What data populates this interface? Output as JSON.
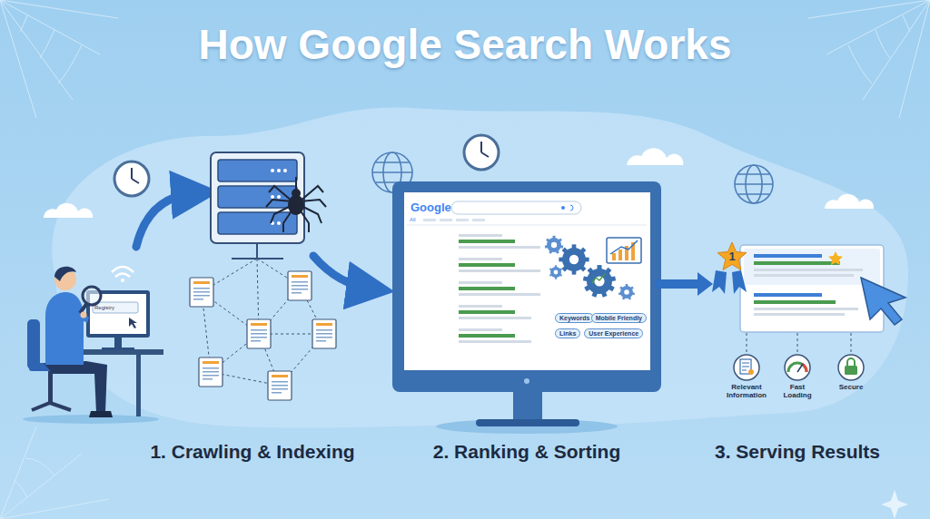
{
  "diagram": {
    "title": "How Google Search Works",
    "nodes": [
      {
        "text": [
          "Google"
        ]
      },
      {
        "text": [
          "Keywords"
        ],
        "in": 0
      },
      {
        "text": [
          "Mobile Friendly"
        ],
        "in": 0
      },
      {
        "text": [
          "Links"
        ],
        "in": 0
      },
      {
        "text": [
          "User Experience"
        ],
        "in": 0
      },
      {
        "text": [
          "1"
        ]
      }
    ],
    "labels": [
      "Registry",
      "All",
      "Relevant Information",
      "Fast Loading",
      "Secure",
      "1. Crawling & Indexing",
      "2. Ranking & Sorting",
      "3. Serving Results"
    ]
  }
}
